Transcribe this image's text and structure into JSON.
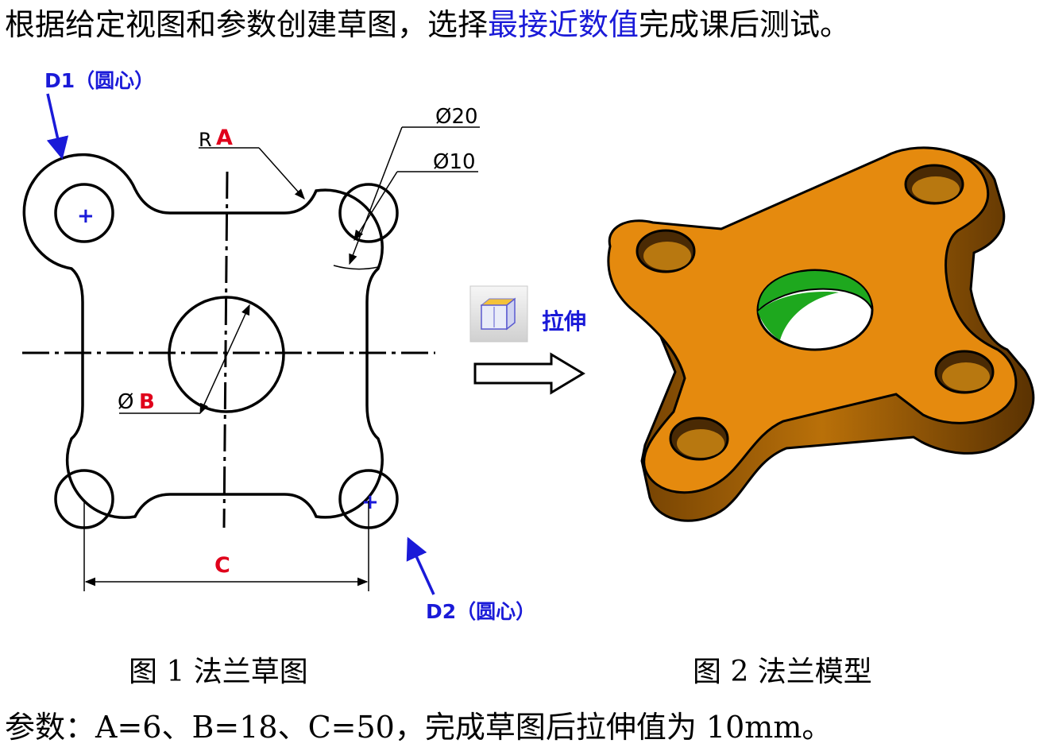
{
  "title": {
    "before": "根据给定视图和参数创建草图，选择",
    "highlight": "最接近数值",
    "after": "完成课后测试。"
  },
  "sketch": {
    "d1_label": "D1（圆心）",
    "d2_label": "D2（圆心）",
    "r_prefix": "R",
    "r_var": "A",
    "dia_symbol": "Ø",
    "dia_var": "B",
    "dim_c": "C",
    "dia20": "Ø20",
    "dia10": "Ø10",
    "center_mark": "+"
  },
  "extrude": {
    "label": "拉伸"
  },
  "captions": {
    "fig1": "图 1 法兰草图",
    "fig2": "图 2 法兰模型"
  },
  "params": "参数：A=6、B=18、C=50，完成草图后拉伸值为 10mm。",
  "colors": {
    "highlight": "#1a1ad8",
    "variable": "#e0001b",
    "label_blue": "#1a1ad8",
    "model_top": "#e58a0e",
    "model_side": "#9a5a05",
    "hole_green": "#1ea81e"
  }
}
